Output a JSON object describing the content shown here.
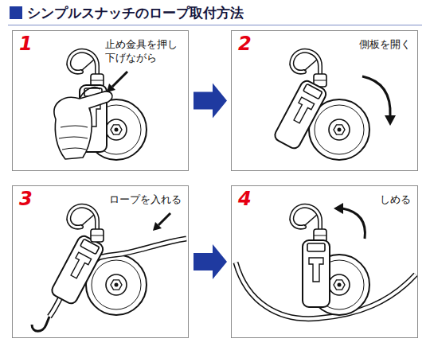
{
  "diagram": {
    "title": "シンプルスナッチのロープ取付方法",
    "nodes": [
      {
        "text": [
          "1",
          "止め金具を押し下げながら"
        ]
      },
      {
        "text": [
          "2",
          "側板を開く"
        ]
      },
      {
        "text": [
          "3",
          "ロープを入れる"
        ]
      },
      {
        "text": [
          "4",
          "しめる"
        ]
      }
    ],
    "edges": [
      {
        "from": 0,
        "to": 1,
        "arrow": "to"
      },
      {
        "from": 2,
        "to": 3,
        "arrow": "to"
      }
    ]
  }
}
